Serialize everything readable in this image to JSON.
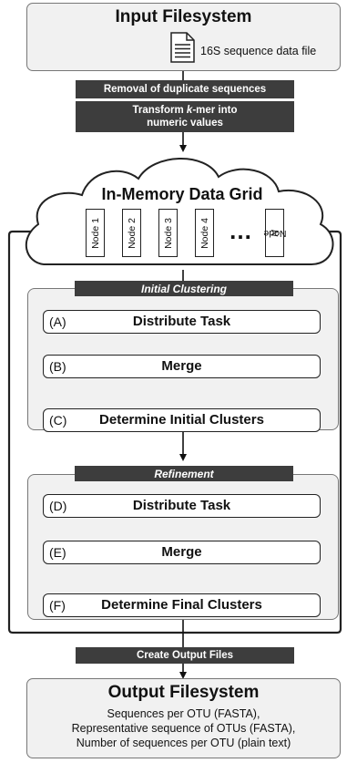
{
  "input_fs": {
    "title": "Input Filesystem",
    "file_label": "16S sequence data file"
  },
  "preprocess": {
    "step1": "Removal of duplicate sequences",
    "step2_prefix": "Transform ",
    "step2_k": "k",
    "step2_suffix": "-mer into",
    "step2_line2": "numeric values"
  },
  "grid": {
    "title": "In-Memory Data Grid",
    "nodes": [
      "Node 1",
      "Node 2",
      "Node 3",
      "Node 4"
    ],
    "ellipsis": "…",
    "last_node_prefix": "Node ",
    "last_node_n": "N"
  },
  "initial_clustering": {
    "header": "Initial Clustering",
    "steps": [
      {
        "letter": "(A)",
        "label": "Distribute Task"
      },
      {
        "letter": "(B)",
        "label": "Merge"
      },
      {
        "letter": "(C)",
        "label": "Determine Initial Clusters"
      }
    ]
  },
  "refinement": {
    "header": "Refinement",
    "steps": [
      {
        "letter": "(D)",
        "label": "Distribute Task"
      },
      {
        "letter": "(E)",
        "label": "Merge"
      },
      {
        "letter": "(F)",
        "label": "Determine Final Clusters"
      }
    ]
  },
  "output_step": "Create Output Files",
  "output_fs": {
    "title": "Output Filesystem",
    "lines": [
      "Sequences per OTU (FASTA),",
      "Representative sequence of OTUs (FASTA),",
      "Number of sequences per OTU (plain text)"
    ]
  }
}
